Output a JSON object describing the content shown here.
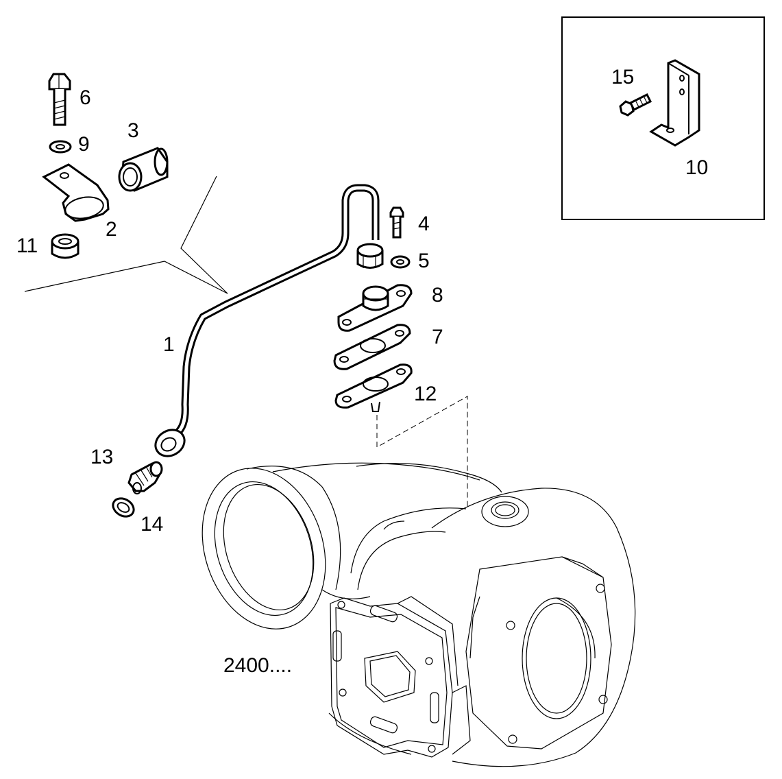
{
  "callouts": {
    "c1": "1",
    "c2": "2",
    "c3": "3",
    "c4": "4",
    "c5": "5",
    "c6": "6",
    "c7": "7",
    "c8": "8",
    "c9": "9",
    "c10": "10",
    "c11": "11",
    "c12": "12",
    "c13": "13",
    "c14": "14",
    "c15": "15",
    "assembly": "2400...."
  },
  "colors": {
    "ink": "#000000",
    "paper": "#ffffff"
  }
}
